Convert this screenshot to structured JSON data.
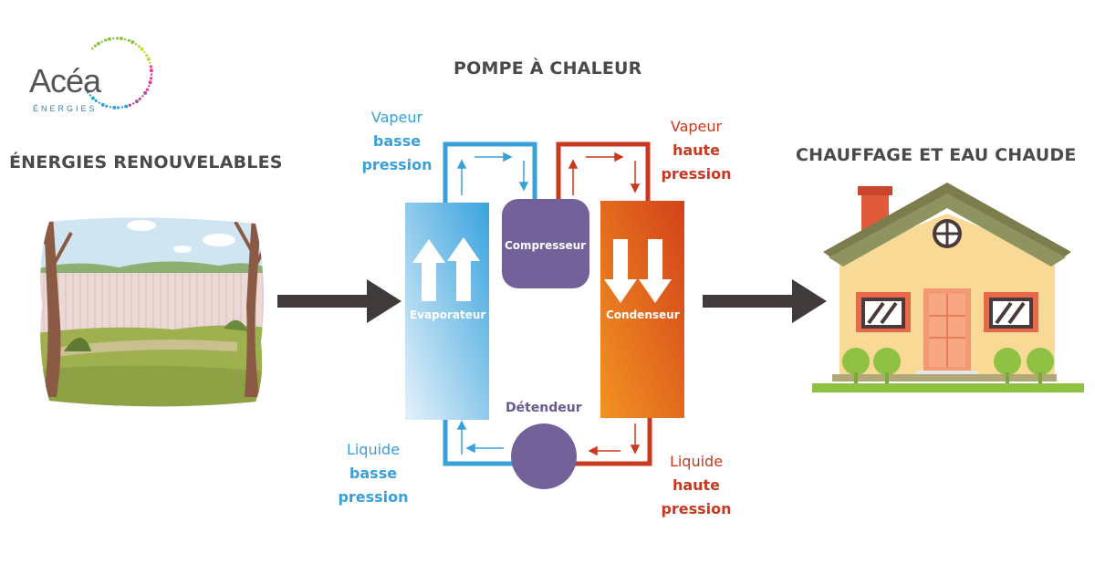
{
  "logo": {
    "name": "Acéa",
    "tagline": "ÉNERGIES"
  },
  "title": "POMPE À CHALEUR",
  "left_heading": "ÉNERGIES RENOUVELABLES",
  "right_heading": "CHAUFFAGE ET EAU CHAUDE",
  "components": {
    "evaporator": "Evaporateur",
    "compressor": "Compresseur",
    "condenser": "Condenseur",
    "expander": "Détendeur"
  },
  "states": {
    "vapor_low": {
      "line1": "Vapeur",
      "line2": "basse",
      "line3": "pression"
    },
    "vapor_high": {
      "line1": "Vapeur",
      "line2": "haute",
      "line3": "pression"
    },
    "liquid_low": {
      "line1": "Liquide",
      "line2": "basse",
      "line3": "pression"
    },
    "liquid_high": {
      "line1": "Liquide",
      "line2": "haute",
      "line3": "pression"
    }
  },
  "colors": {
    "cold": "#3aa0d8",
    "hot": "#c8391f",
    "machine": "#73629a",
    "arrow": "#403a3a"
  }
}
